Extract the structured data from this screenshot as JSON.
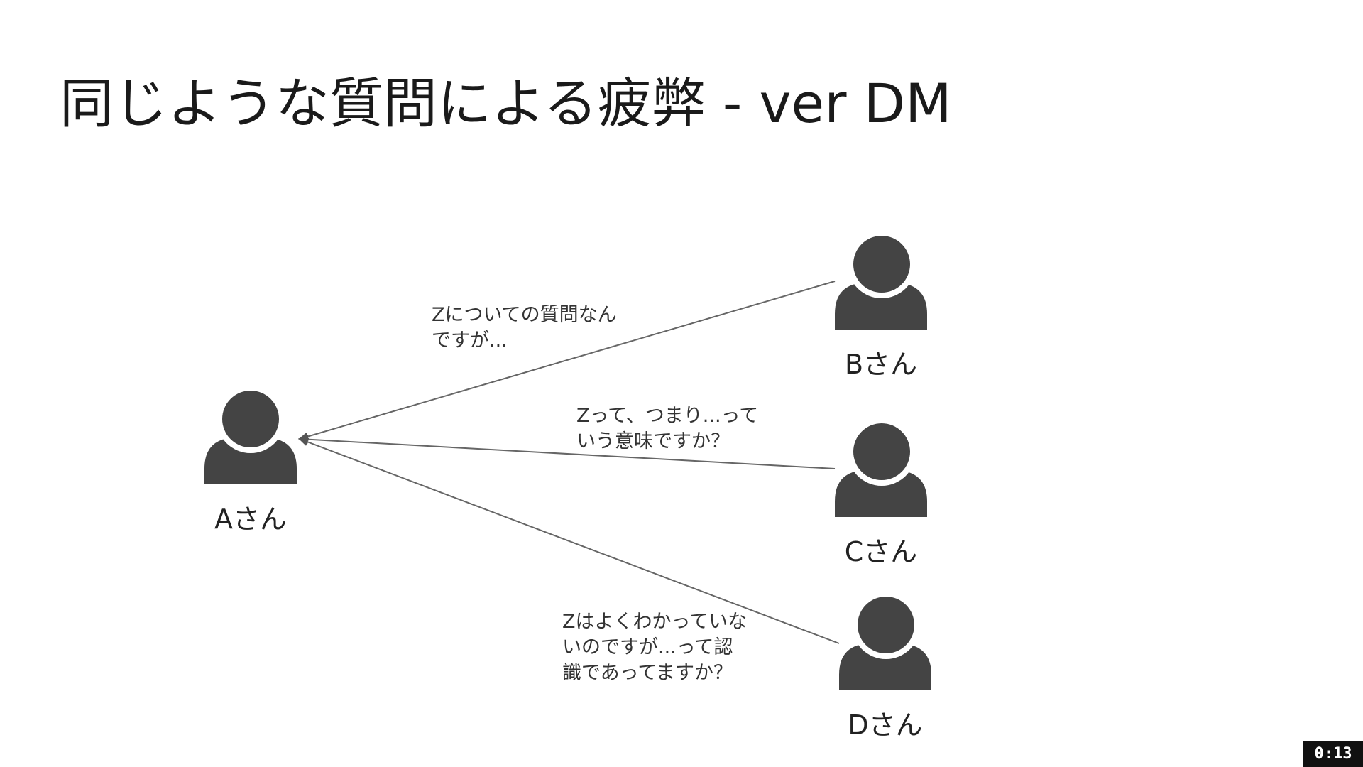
{
  "slide": {
    "title": "同じような質問による疲弊 - ver DM"
  },
  "people": {
    "a": {
      "label": "Aさん"
    },
    "b": {
      "label": "Bさん"
    },
    "c": {
      "label": "Cさん"
    },
    "d": {
      "label": "Dさん"
    }
  },
  "messages": {
    "from_b": {
      "line1": "Zについての質問なん",
      "line2": "ですが..."
    },
    "from_c": {
      "line1": "Zって、つまり...って",
      "line2": "いう意味ですか？"
    },
    "from_d": {
      "line1": "Zはよくわかっていな",
      "line2": "いのですが...って認",
      "line3": "識であってますか？"
    }
  },
  "player": {
    "timecode": "0:13"
  },
  "colors": {
    "person_fill": "#444444",
    "arrow": "#666666",
    "text": "#222222"
  }
}
